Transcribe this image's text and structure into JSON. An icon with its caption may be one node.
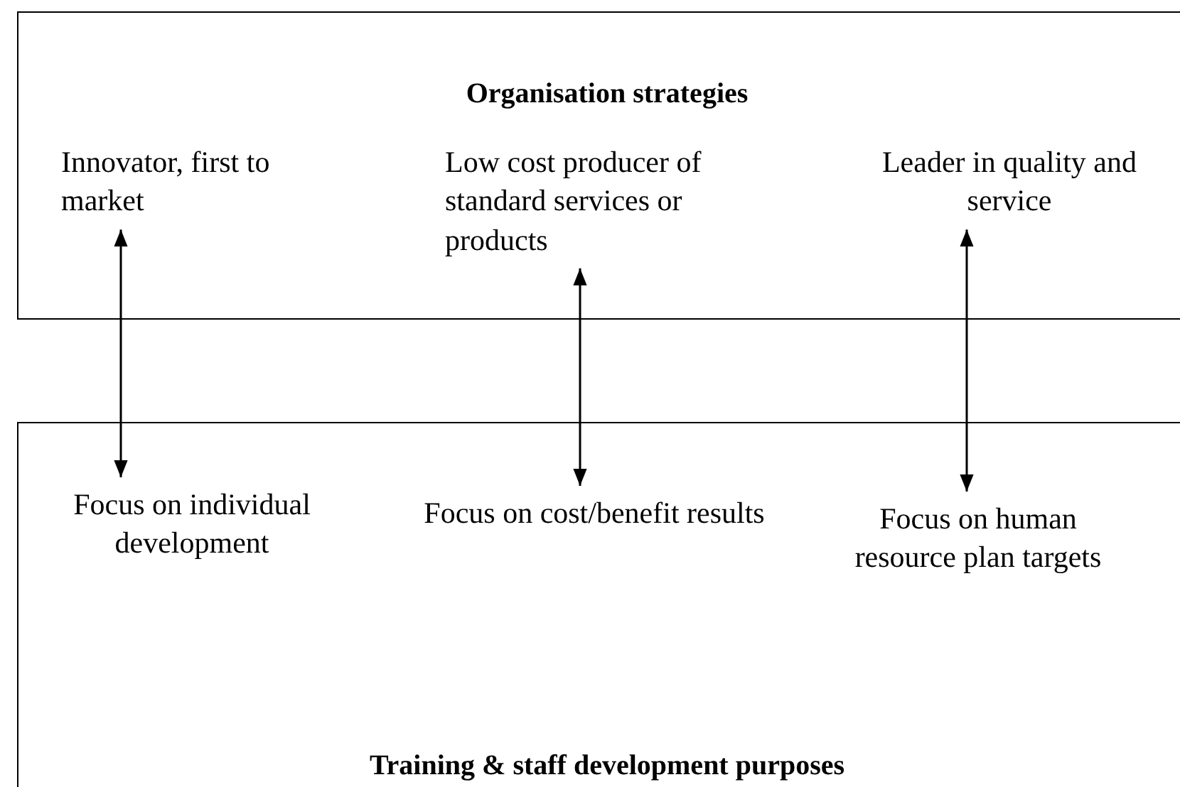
{
  "diagram": {
    "nodes": [
      {
        "text": [
          "Organisation strategies"
        ]
      },
      {
        "text": [
          "Innovator, first to market"
        ],
        "in": 0
      },
      {
        "text": [
          "Low cost producer of standard services or products"
        ],
        "in": 0
      },
      {
        "text": [
          "Leader in quality and service"
        ],
        "in": 0
      },
      {
        "text": [
          "Training & staff development purposes"
        ]
      },
      {
        "text": [
          "Focus on individual development"
        ],
        "in": 4
      },
      {
        "text": [
          "Focus on cost/benefit results"
        ],
        "in": 4
      },
      {
        "text": [
          "Focus on human resource plan targets"
        ],
        "in": 4
      }
    ],
    "edges": [
      {
        "from": 1,
        "to": 5,
        "arrow": "both"
      },
      {
        "from": 2,
        "to": 6,
        "arrow": "both"
      },
      {
        "from": 3,
        "to": 7,
        "arrow": "both"
      }
    ]
  }
}
